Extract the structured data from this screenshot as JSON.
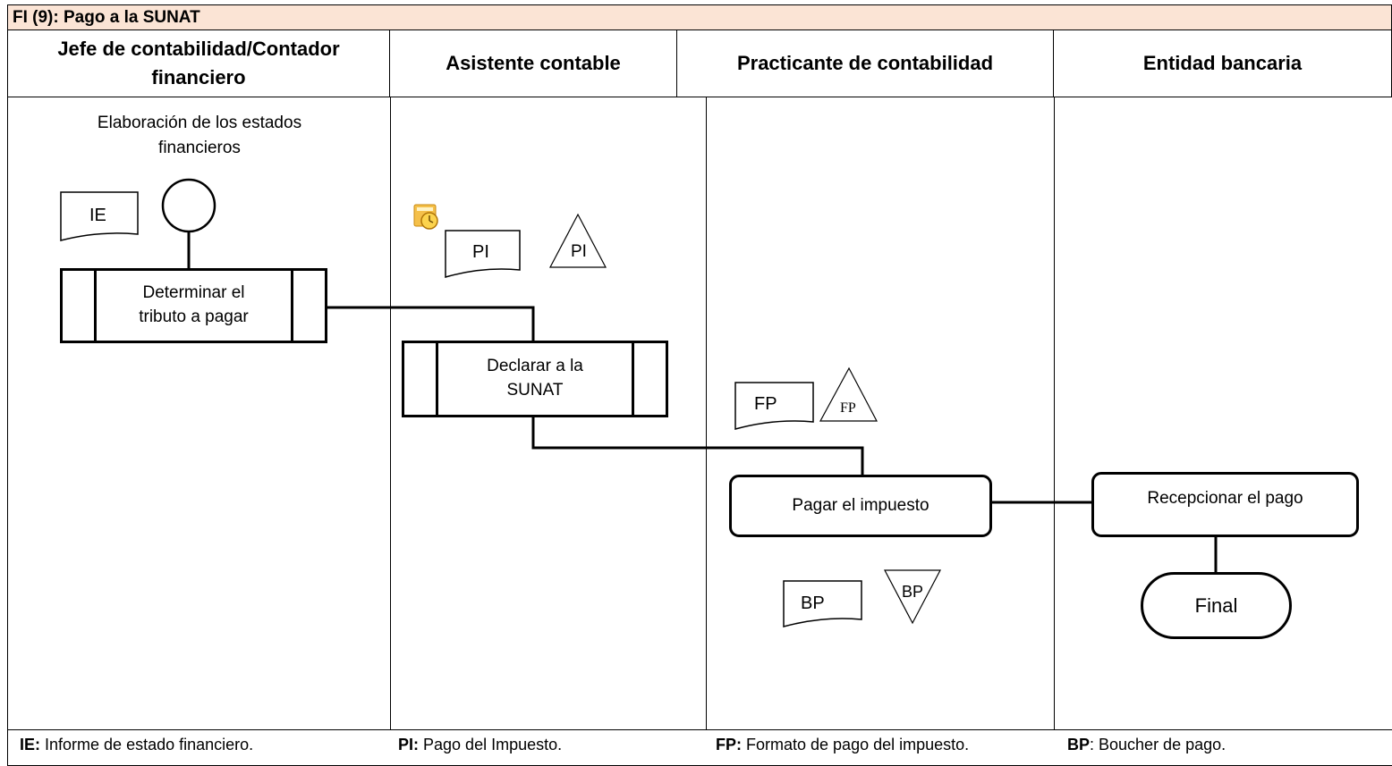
{
  "title": "FI (9): Pago a la SUNAT",
  "lanes": [
    {
      "name": "Jefe de contabilidad/Contador financiero"
    },
    {
      "name": "Asistente contable"
    },
    {
      "name": "Practicante de contabilidad"
    },
    {
      "name": "Entidad bancaria"
    }
  ],
  "start_label": "Elaboración de los estados financieros",
  "steps": {
    "determinar": {
      "line1": "Determinar el",
      "line2": "tributo a pagar"
    },
    "declarar": {
      "line1": "Declarar a la",
      "line2": "SUNAT"
    },
    "pagar": "Pagar el impuesto",
    "recepcionar": "Recepcionar el pago",
    "final": "Final"
  },
  "documents": {
    "ie": "IE",
    "pi": "PI",
    "pi_file": "PI",
    "fp": "FP",
    "fp_file": "FP",
    "bp": "BP",
    "bp_file": "BP"
  },
  "legend": [
    {
      "code": "IE:",
      "text": " Informe de estado financiero."
    },
    {
      "code": "PI:",
      "text": " Pago del Impuesto."
    },
    {
      "code": "FP:",
      "text": " Formato de pago del impuesto."
    },
    {
      "code": "BP",
      "text": ": Boucher de pago."
    }
  ]
}
